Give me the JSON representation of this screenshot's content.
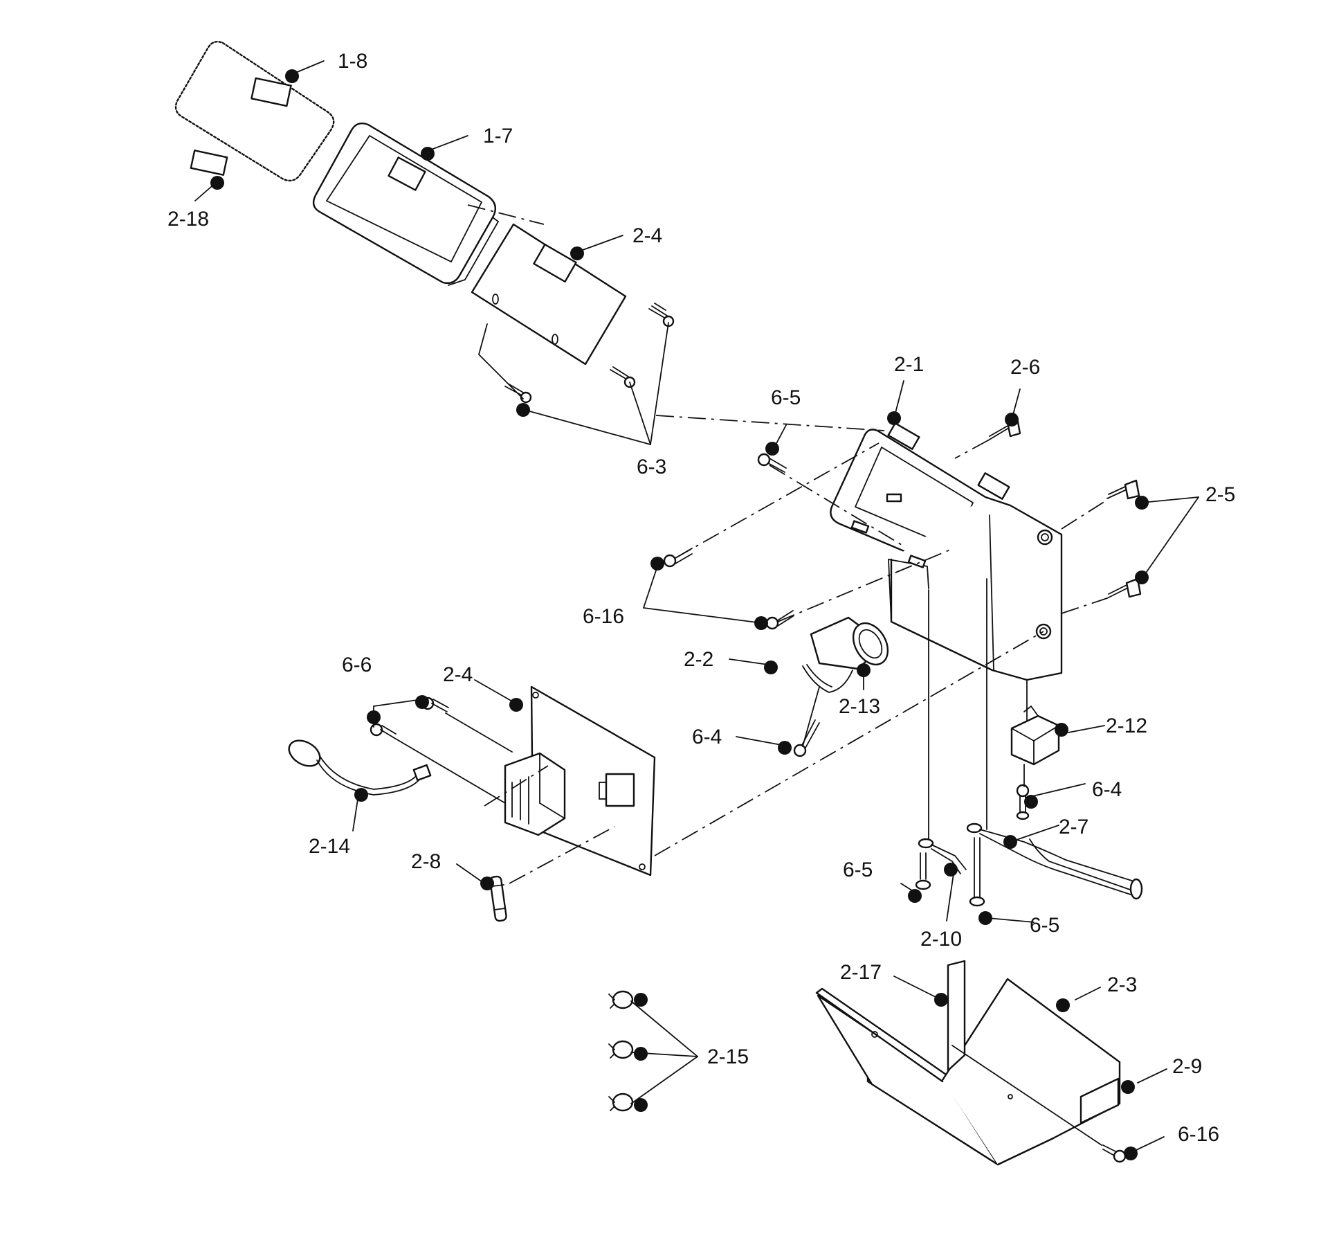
{
  "diagram": {
    "labels": {
      "p1_8": "1-8",
      "p1_7": "1-7",
      "p2_18": "2-18",
      "p2_4_top": "2-4",
      "p6_3": "6-3",
      "p2_1": "2-1",
      "p2_6": "2-6",
      "p6_5_top": "6-5",
      "p2_5": "2-5",
      "p6_16_left": "6-16",
      "p2_2": "2-2",
      "p2_13": "2-13",
      "p6_6": "6-6",
      "p2_4_board": "2-4",
      "p6_4_mid": "6-4",
      "p2_12": "2-12",
      "p6_4_right": "6-4",
      "p2_7": "2-7",
      "p2_14": "2-14",
      "p2_8": "2-8",
      "p6_5_left": "6-5",
      "p2_10": "2-10",
      "p6_5_right": "6-5",
      "p2_17": "2-17",
      "p2_3": "2-3",
      "p2_15": "2-15",
      "p2_9": "2-9",
      "p6_16_bottom": "6-16"
    }
  }
}
